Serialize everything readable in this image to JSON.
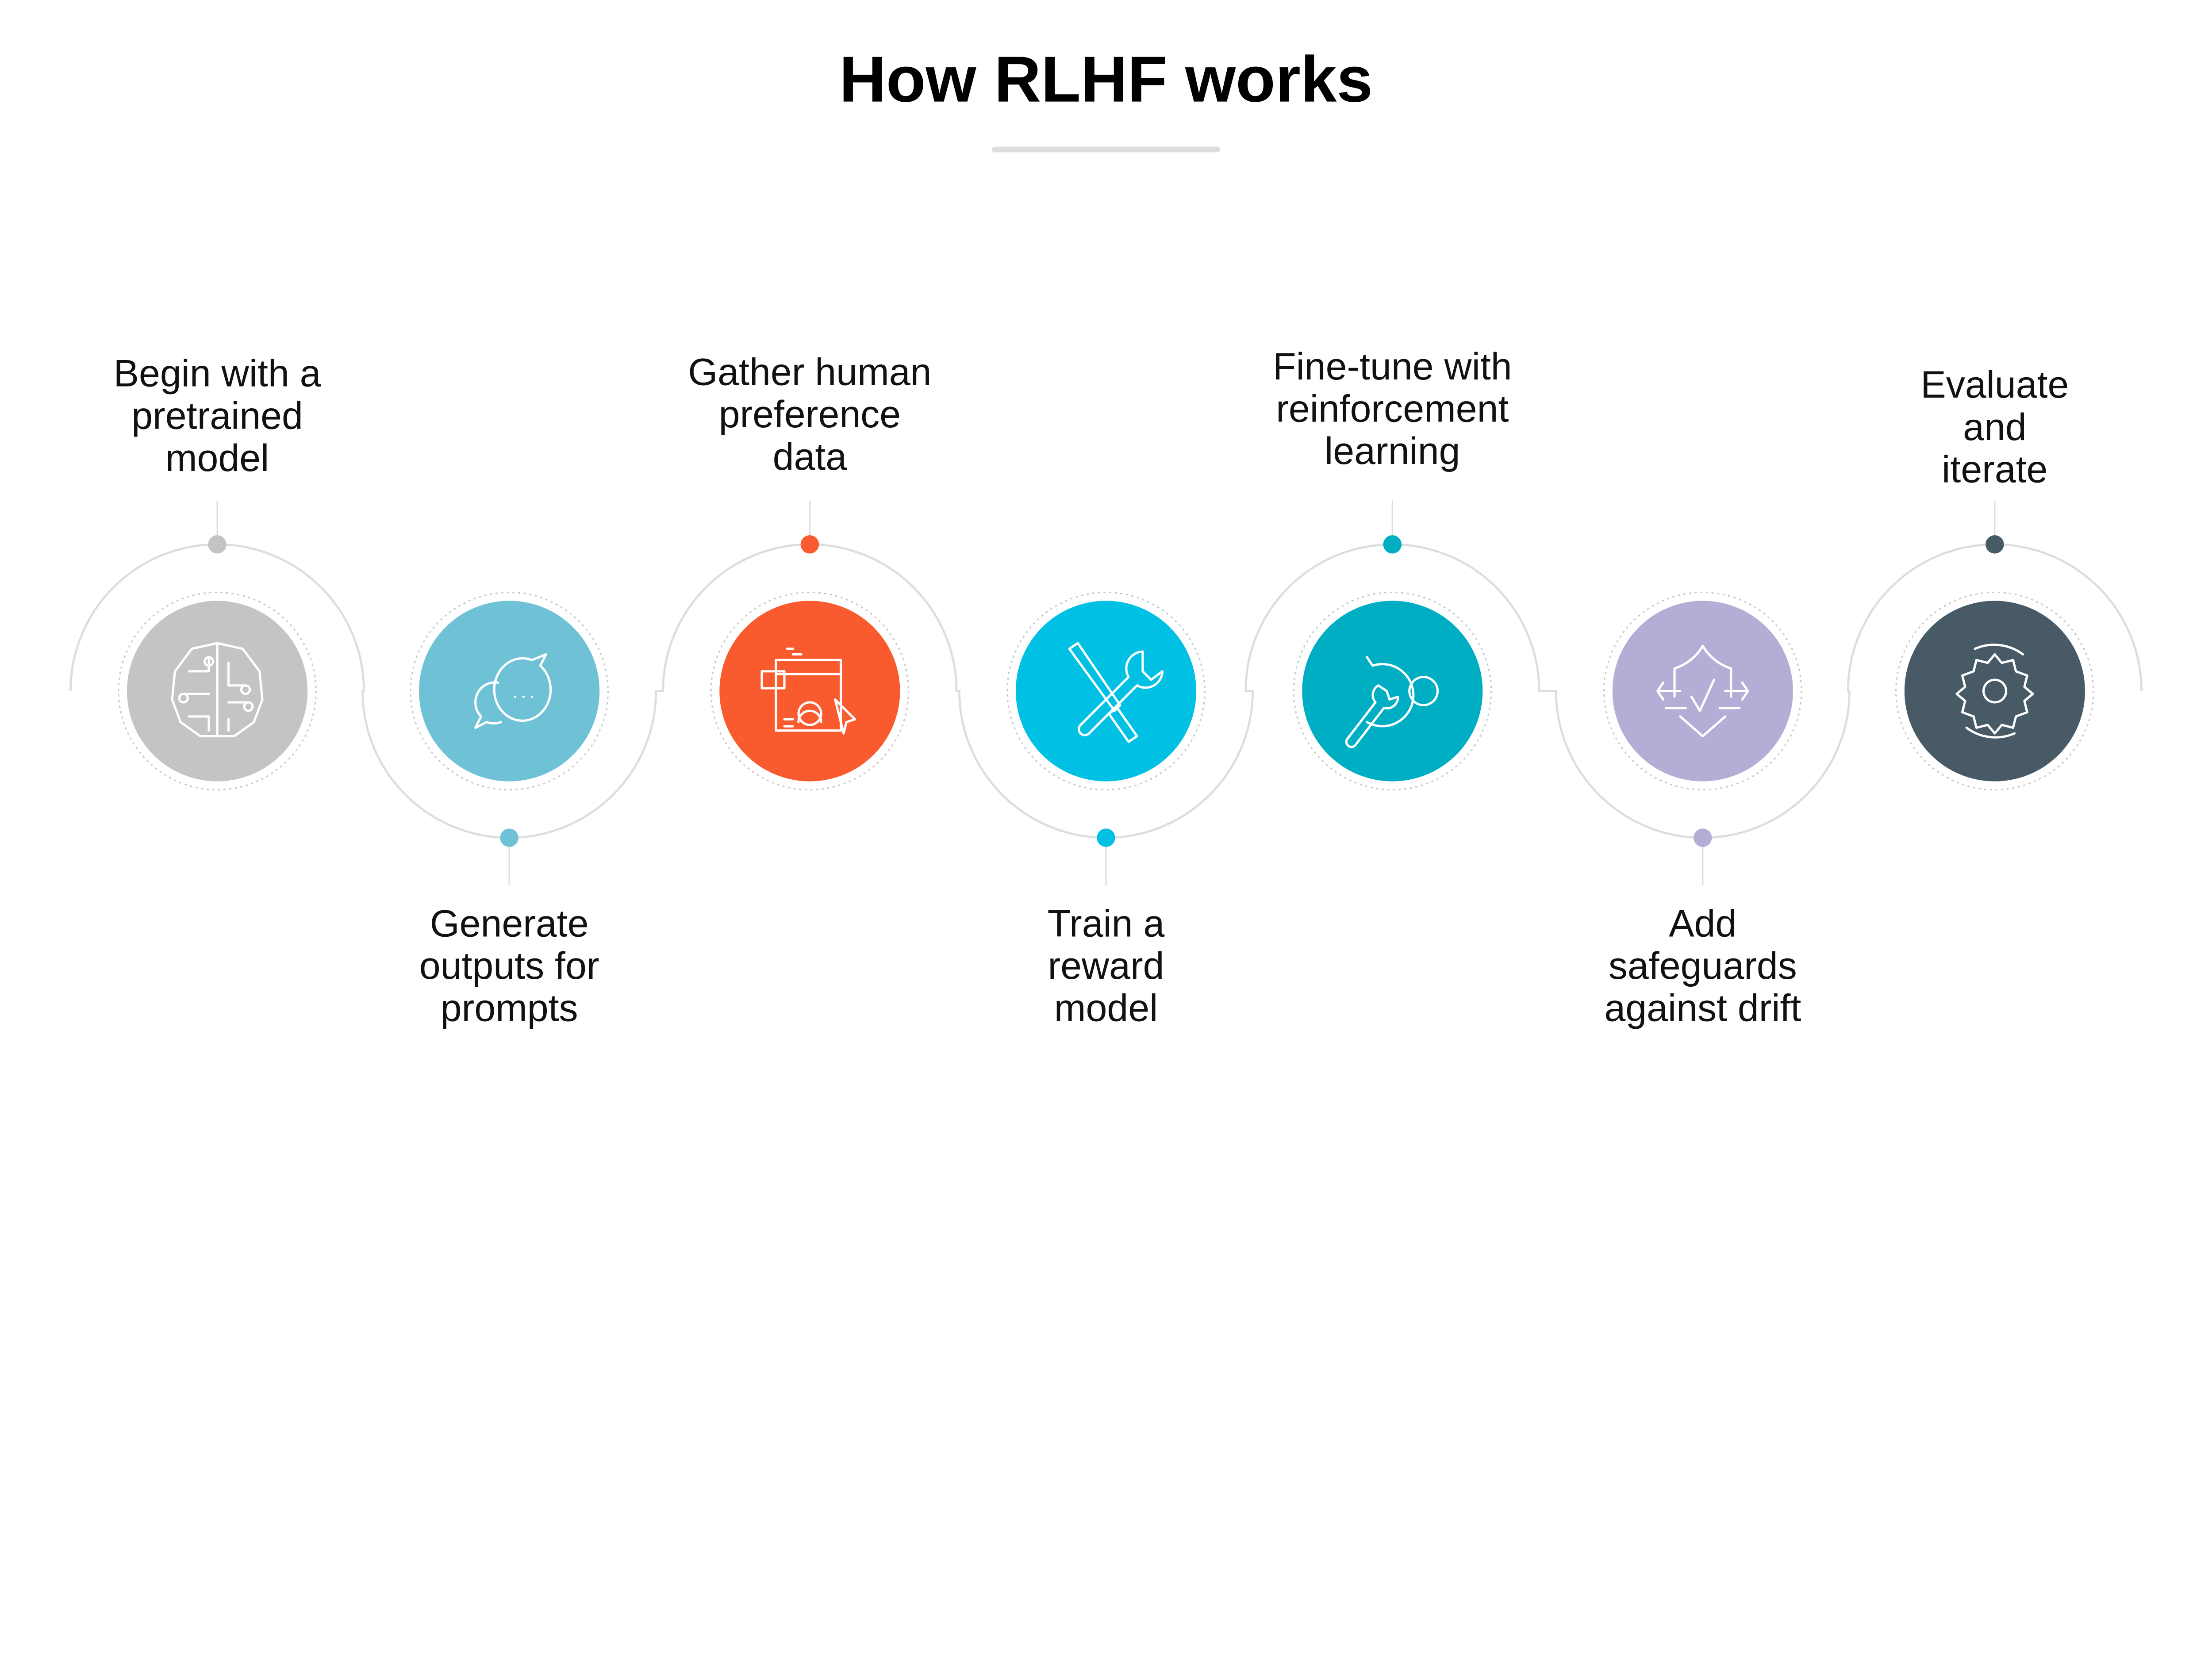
{
  "title": "How RLHF works",
  "colors": {
    "track": "#dddddd",
    "ring_dots": "#c8c8c8",
    "underline": "#dddddd"
  },
  "steps": [
    {
      "lines": [
        "Begin with a",
        "pretrained",
        "model"
      ],
      "position": "top",
      "color": "#c4c4c4",
      "icon": "circuit-brain-icon"
    },
    {
      "lines": [
        "Generate",
        "outputs for",
        "prompts"
      ],
      "position": "bottom",
      "color": "#6fc2d6",
      "icon": "chat-bubbles-icon"
    },
    {
      "lines": [
        "Gather human",
        "preference",
        "data"
      ],
      "position": "top",
      "color": "#f95b2e",
      "icon": "user-profile-form-icon"
    },
    {
      "lines": [
        "Train a",
        "reward",
        "model"
      ],
      "position": "bottom",
      "color": "#00c0e4",
      "icon": "wrench-screwdriver-icon"
    },
    {
      "lines": [
        "Fine-tune with",
        "reinforcement",
        "learning"
      ],
      "position": "top",
      "color": "#00aec4",
      "icon": "wrench-gears-icon"
    },
    {
      "lines": [
        "Add",
        "safeguards",
        "against drift"
      ],
      "position": "bottom",
      "color": "#b3aed5",
      "icon": "shield-check-icon"
    },
    {
      "lines": [
        "Evaluate",
        "and",
        "iterate"
      ],
      "position": "top",
      "color": "#475a66",
      "icon": "gear-cycle-icon"
    }
  ]
}
